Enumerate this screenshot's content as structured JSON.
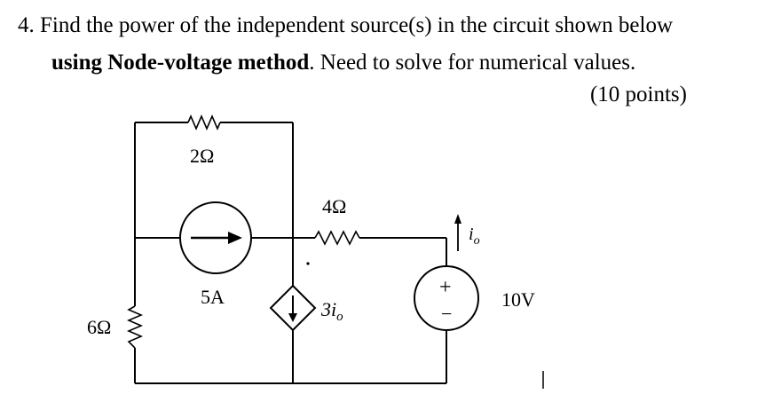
{
  "question": {
    "number": "4.",
    "line1": "Find the power of the independent source(s) in the circuit shown below",
    "line2_bold": "using Node-voltage method",
    "line2_rest": ". Need to solve for numerical values.",
    "points": "(10 points)"
  },
  "circuit": {
    "r_top": "2Ω",
    "r_mid": "4Ω",
    "r_left": "6Ω",
    "current_source": "5A",
    "dependent_source": "3i",
    "dependent_sub": "o",
    "voltage_source": "10V",
    "plus_sign": "+",
    "minus_sign": "−",
    "current_label": "i",
    "current_sub": "o"
  }
}
